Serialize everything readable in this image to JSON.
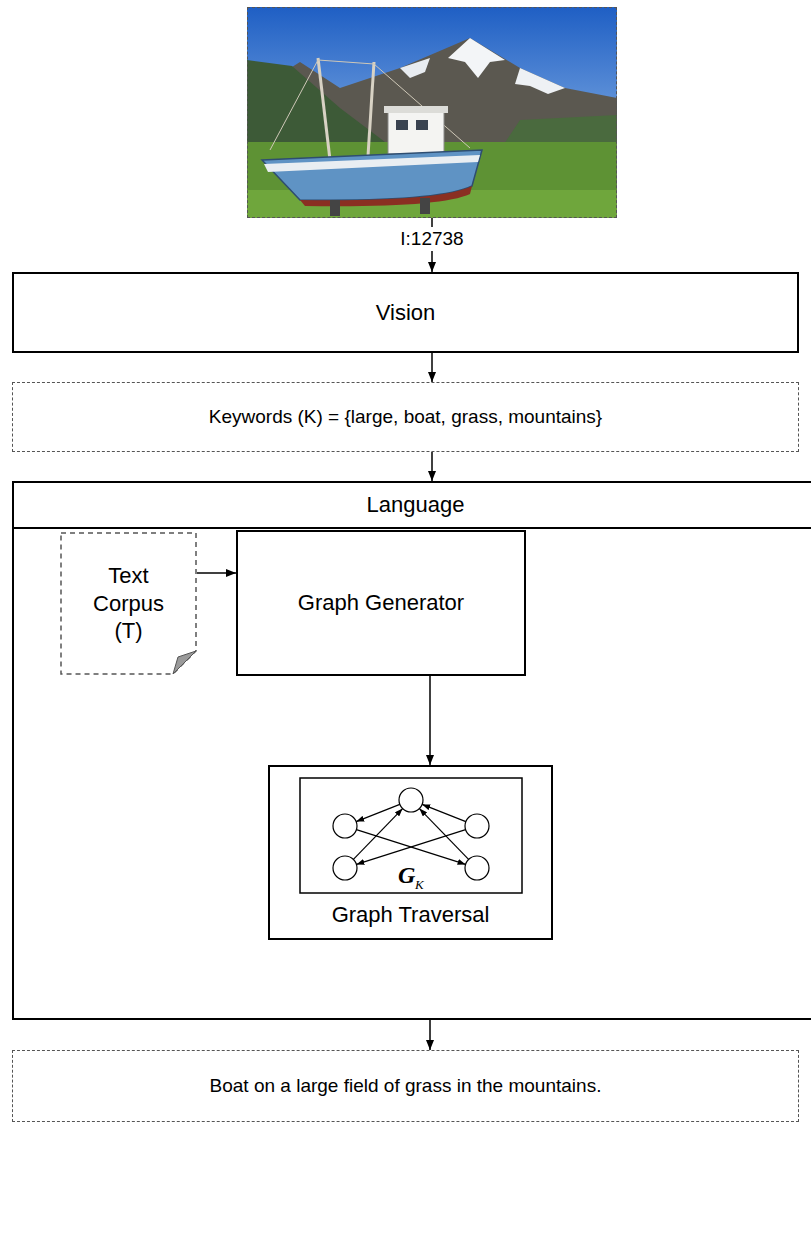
{
  "diagram": {
    "nodes": [
      {
        "text": [
          "I:12738"
        ]
      },
      {
        "text": [
          "Vision"
        ]
      },
      {
        "text": [
          "Keywords (K) = {large, boat, grass, mountains}"
        ]
      },
      {
        "text": [
          "Language"
        ]
      },
      {
        "text": [
          "Text Corpus (T)"
        ],
        "in": 3
      },
      {
        "text": [
          "Graph Generator"
        ],
        "in": 3
      },
      {
        "text": [
          "Graph Traversal"
        ],
        "in": 3
      },
      {
        "text": [
          "Boat on a large field of grass in the mountains."
        ]
      }
    ],
    "edges": [
      {
        "from": 0,
        "to": 1,
        "arrow": "to"
      },
      {
        "from": 1,
        "to": 2,
        "arrow": "to"
      },
      {
        "from": 2,
        "to": 3,
        "arrow": "to"
      },
      {
        "from": 4,
        "to": 5,
        "arrow": "to"
      },
      {
        "from": 5,
        "to": 6,
        "arrow": "to"
      },
      {
        "from": 3,
        "to": 7,
        "arrow": "to"
      }
    ],
    "labels": [
      "G",
      "K"
    ]
  }
}
